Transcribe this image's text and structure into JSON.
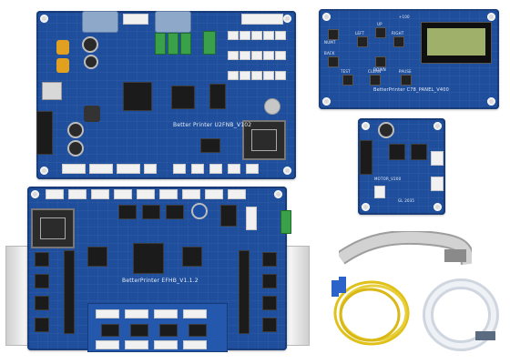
{
  "boards": {
    "mainboard_label": "Better Printer U2FNB_V102",
    "headboard_label": "BetterPrinter EFHB_V1.1.2",
    "panel_label": "BetterPrinter C78_PANEL_V400",
    "small_board_label": "MOTOR_V200",
    "small_board_code": "GL 2035"
  },
  "panel": {
    "buttons": [
      "NUMT",
      "LEFT",
      "UP",
      "RIGHT",
      "BACK",
      "DOWN",
      "TEST",
      "CLEAN",
      "PAUSE"
    ],
    "top_label": "+100"
  },
  "colors": {
    "pcb_blue": "#1f4f9c",
    "lcd_green": "#9fb06a",
    "cable_grey": "#b8b8b8",
    "fiber_yellow": "#e0c11a",
    "fiber_connector_blue": "#2b63c9"
  }
}
